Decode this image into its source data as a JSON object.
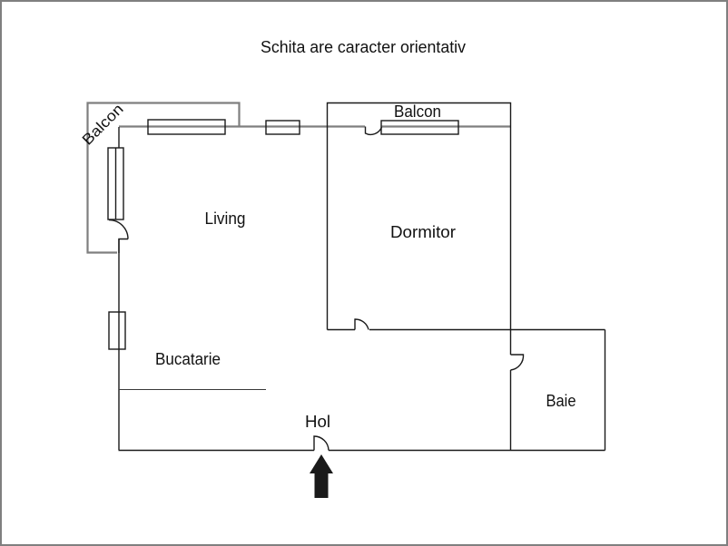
{
  "title": "Schita are caracter orientativ",
  "rooms": {
    "living": {
      "label": "Living"
    },
    "dormitor": {
      "label": "Dormitor"
    },
    "bucatarie": {
      "label": "Bucatarie"
    },
    "baie": {
      "label": "Baie"
    },
    "hol": {
      "label": "Hol"
    },
    "balcon_living": {
      "label": "Balcon"
    },
    "balcon_dormitor": {
      "label": "Balcon"
    }
  },
  "entrance": {
    "symbol": "arrow-up"
  },
  "colors": {
    "wall_primary": "#1a1a1a",
    "wall_secondary": "#7f7f7f",
    "frame": "#7f7f7f",
    "background": "#ffffff",
    "text": "#111111",
    "arrow": "#1a1a1a"
  }
}
